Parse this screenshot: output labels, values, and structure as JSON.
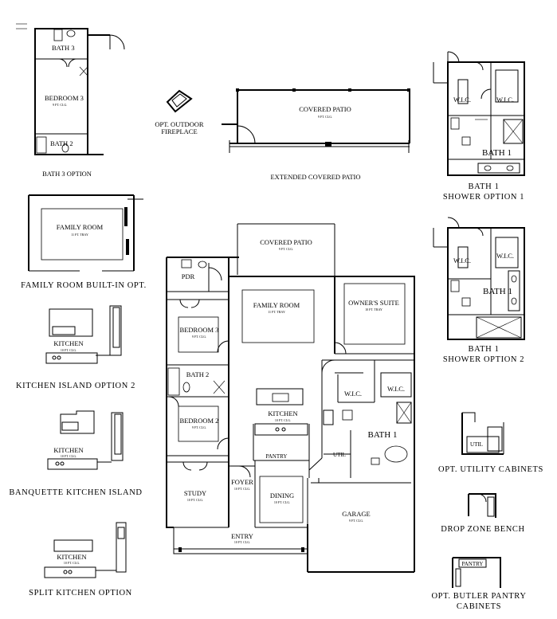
{
  "bath3_option": {
    "bath3": "BATH 3",
    "bedroom": "BEDROOM 3",
    "bedroom_ceiling": "9 FT. CLG.",
    "bath2": "BATH 2"
  },
  "extended_patio": {
    "label": "COVERED PATIO",
    "ceiling": "9 FT. CLG."
  },
  "shower_option_1": {
    "wic_left": "W.I.C.",
    "wic_right": "W.I.C.",
    "bath1": "BATH 1"
  },
  "shower_option_2": {
    "wic_left": "W.I.C.",
    "wic_right": "W.I.C.",
    "bath1": "BATH 1"
  },
  "family_room_option": {
    "label": "FAMILY ROOM",
    "ceiling": "11 FT. TRAY"
  },
  "kitchen_island_2": {
    "kitchen": "KITCHEN",
    "ceiling": "10 FT. CLG."
  },
  "banquette": {
    "kitchen": "KITCHEN",
    "ceiling": "10 FT. CLG."
  },
  "split_kitchen": {
    "kitchen": "KITCHEN",
    "ceiling": "10 FT. CLG."
  },
  "main": {
    "covered_patio": "COVERED PATIO",
    "covered_patio_ceiling": "9 FT. CLG.",
    "pdr": "PDR",
    "family_room": "FAMILY ROOM",
    "family_room_ceiling": "11 FT. TRAY",
    "owners_suite": "OWNER'S SUITE",
    "owners_suite_ceiling": "10 FT. TRAY",
    "bedroom3": "BEDROOM 3",
    "bedroom3_ceiling": "9 FT. CLG.",
    "bath2": "BATH 2",
    "wic_left": "W.I.C.",
    "wic_right": "W.I.C.",
    "bedroom2": "BEDROOM 2",
    "bedroom2_ceiling": "9 FT. CLG.",
    "kitchen": "KITCHEN",
    "kitchen_ceiling": "10 FT. CLG.",
    "bath1": "BATH 1",
    "pantry": "PANTRY",
    "utility": "UTIL",
    "foyer": "FOYER",
    "foyer_ceiling": "10 FT. CLG.",
    "study": "STUDY",
    "study_ceiling": "10 FT. CLG.",
    "dining": "DINING",
    "dining_ceiling": "10 FT. CLG.",
    "garage": "GARAGE",
    "garage_ceiling": "9 FT. CLG.",
    "entry": "ENTRY",
    "entry_ceiling": "10 FT. CLG."
  },
  "utility_cabinets": {
    "label": "UTIL"
  },
  "butler_pantry": {
    "label": "PANTRY"
  },
  "captions": {
    "bath3_option": "BATH 3 OPTION",
    "fireplace_1": "OPT. OUTDOOR",
    "fireplace_2": "FIREPLACE",
    "extended_patio": "EXTENDED COVERED PATIO",
    "shower1_line1": "BATH 1",
    "shower1_line2": "SHOWER OPTION 1",
    "family_builtin": "FAMILY ROOM BUILT-IN OPT.",
    "shower2_line1": "BATH 1",
    "shower2_line2": "SHOWER OPTION 2",
    "kitchen_island_2": "KITCHEN ISLAND OPTION 2",
    "banquette": "BANQUETTE KITCHEN ISLAND",
    "split_kitchen": "SPLIT KITCHEN OPTION",
    "utility_cabinets": "OPT. UTILITY CABINETS",
    "drop_zone": "DROP ZONE BENCH",
    "butler_1": "OPT. BUTLER PANTRY",
    "butler_2": "CABINETS"
  }
}
